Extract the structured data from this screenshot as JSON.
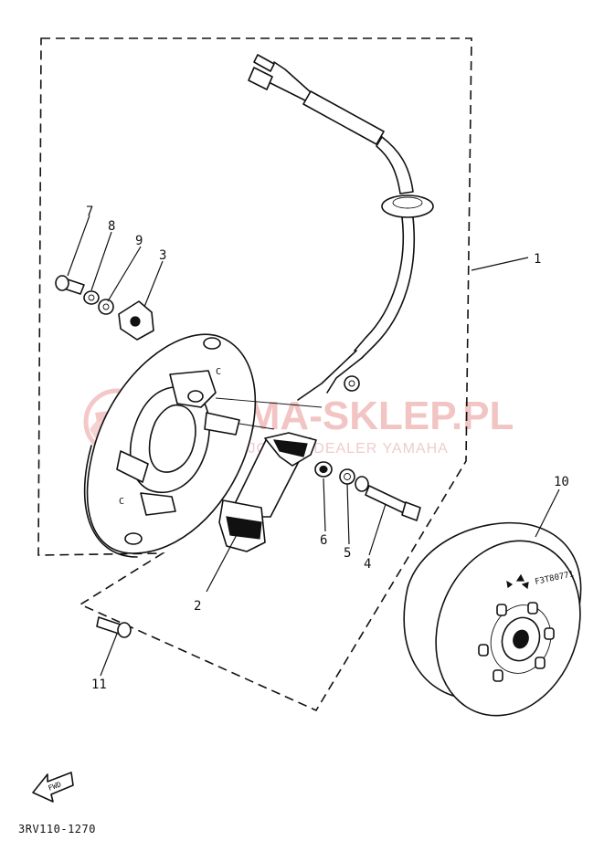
{
  "diagram": {
    "reference_code": "3RV110-1270",
    "watermark": {
      "main": "AMA-SKLEP.PL",
      "sub": "OJCI CZ | DEALER YAMAHA"
    },
    "fwd_label": "FWD",
    "rotor_marking": "F3T80771",
    "stamp_c": "C",
    "callouts": [
      {
        "id": "1",
        "label": "1"
      },
      {
        "id": "2",
        "label": "2"
      },
      {
        "id": "3",
        "label": "3"
      },
      {
        "id": "4",
        "label": "4"
      },
      {
        "id": "5",
        "label": "5"
      },
      {
        "id": "6",
        "label": "6"
      },
      {
        "id": "7",
        "label": "7"
      },
      {
        "id": "8",
        "label": "8"
      },
      {
        "id": "9",
        "label": "9"
      },
      {
        "id": "10",
        "label": "10"
      },
      {
        "id": "11",
        "label": "11"
      }
    ]
  }
}
